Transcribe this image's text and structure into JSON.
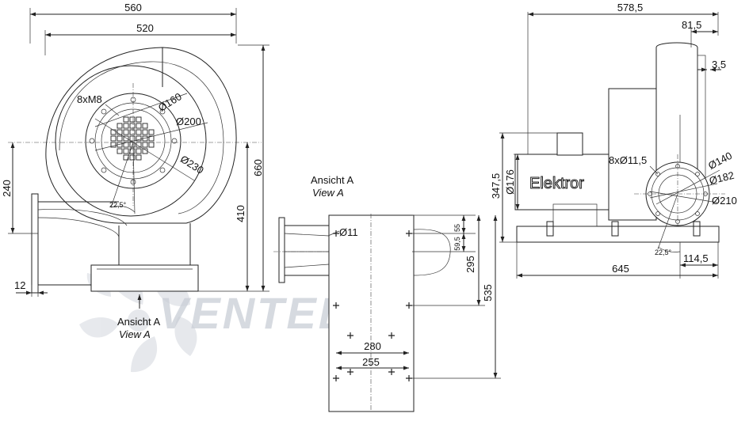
{
  "watermark": {
    "text": "VENTEL",
    "color": "#c9ced6"
  },
  "front_view": {
    "dims": {
      "width_outer": "560",
      "width_inner": "520",
      "height_total": "660",
      "height_axis": "410",
      "height_inlet": "240",
      "flange_thickness": "12"
    },
    "labels": {
      "bolts": "8xM8",
      "dia_160": "Ø160",
      "dia_200": "Ø200",
      "dia_230": "Ø230",
      "angle": "22,5°"
    },
    "view_label": {
      "de": "Ansicht A",
      "en": "View A"
    }
  },
  "view_a": {
    "title": {
      "de": "Ansicht A",
      "en": "View A"
    },
    "dims": {
      "hole": "Ø11",
      "d55": "55",
      "d59_5": "59,5",
      "d295": "295",
      "d535": "535",
      "d280": "280",
      "d255": "255"
    }
  },
  "side_view": {
    "brand": "Elektror",
    "dims": {
      "length_total": "578,5",
      "d81_5": "81,5",
      "d3_5": "3,5",
      "d347_5": "347,5",
      "dia_176": "Ø176",
      "bolts": "8xØ11,5",
      "dia_140": "Ø140",
      "dia_182": "Ø182",
      "dia_210": "Ø210",
      "angle": "22,5°",
      "d114_5": "114,5",
      "base_length": "645"
    }
  }
}
